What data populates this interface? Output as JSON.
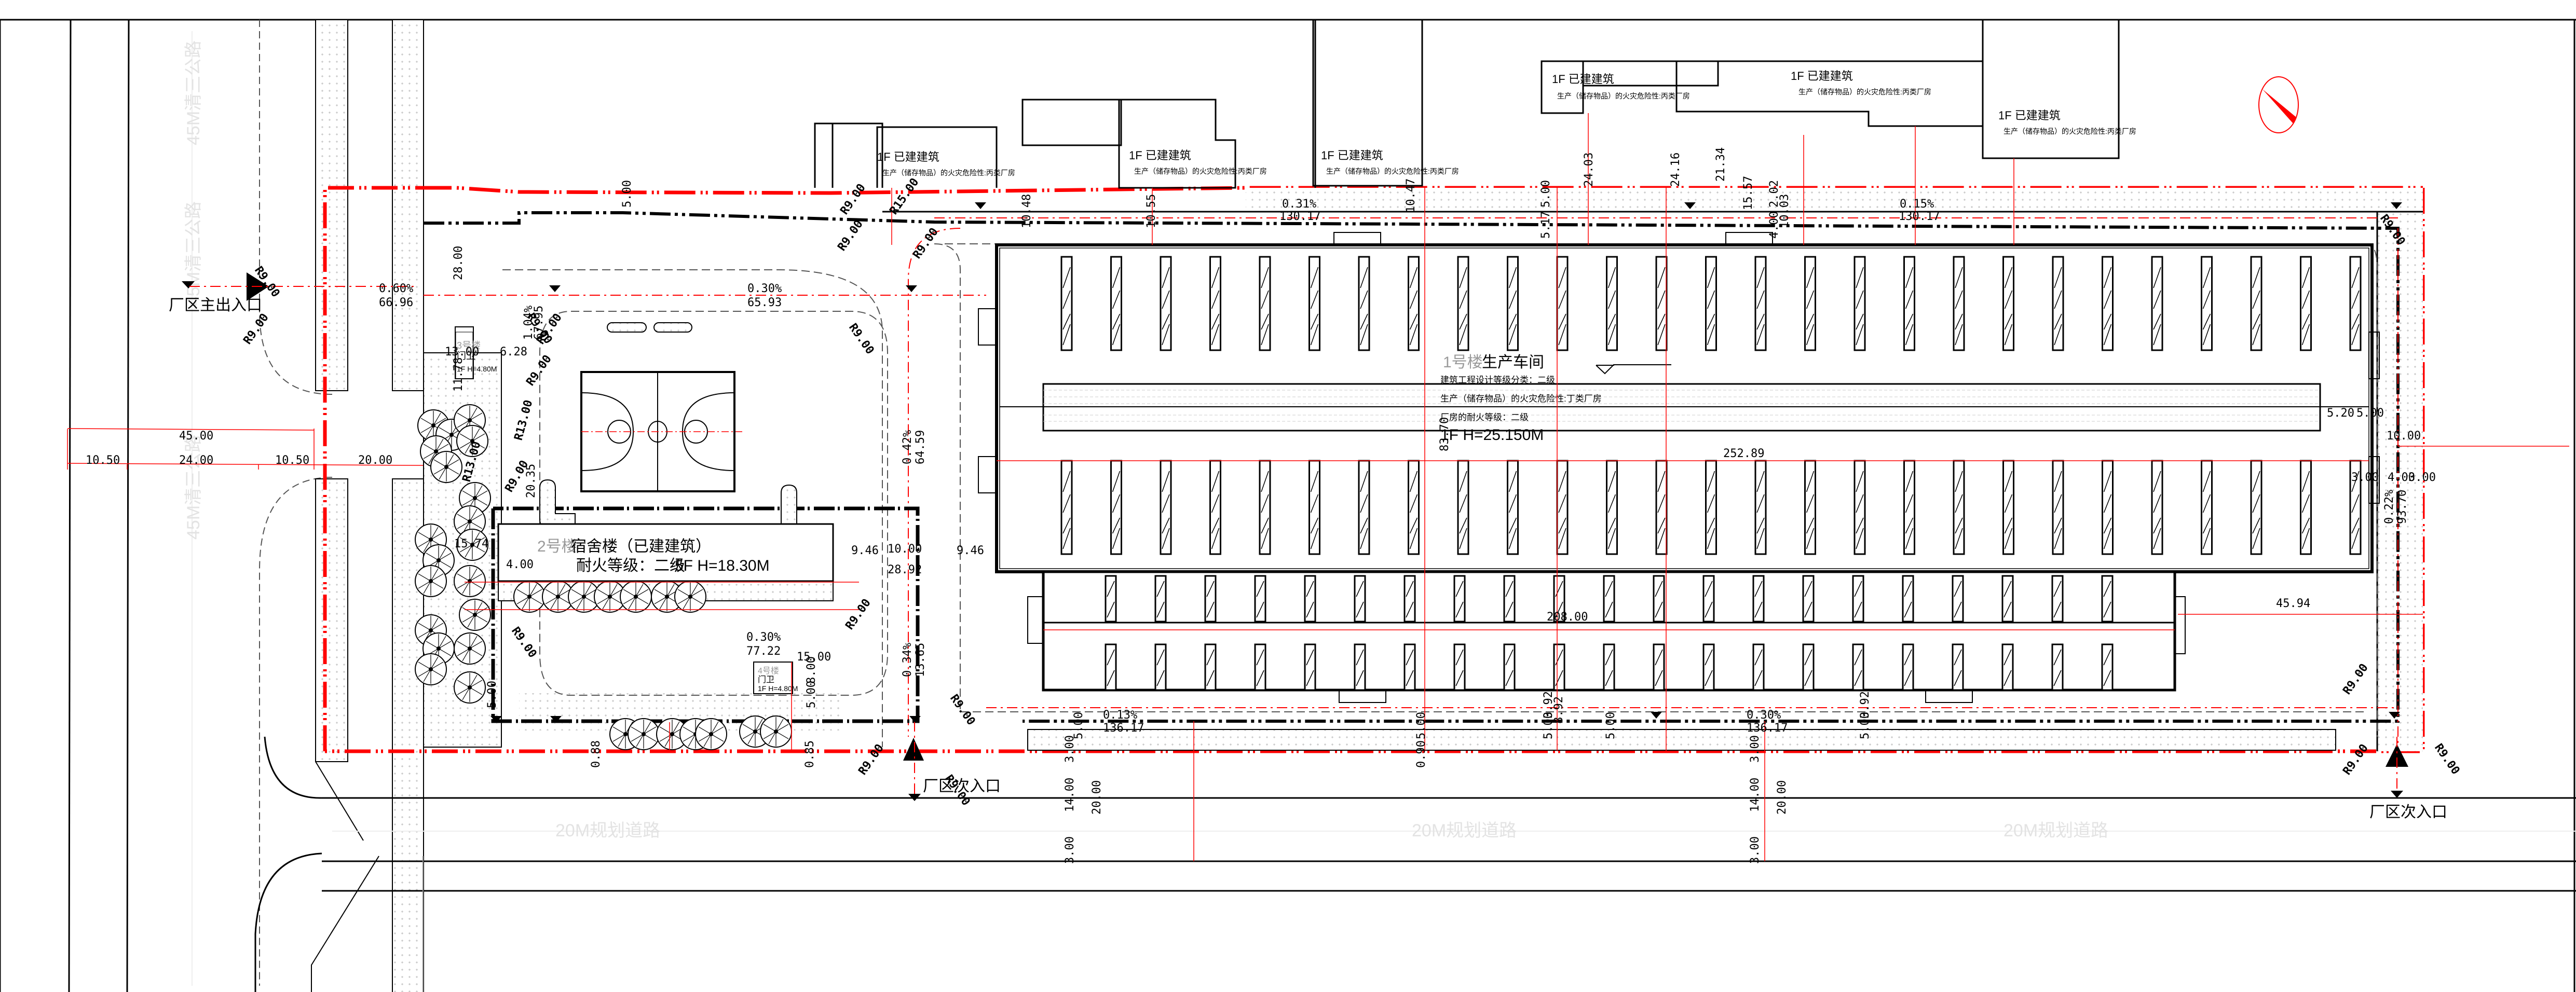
{
  "drawing": {
    "type": "site-plan",
    "accent_colors": {
      "redline": "#ff0000",
      "line": "#000000",
      "road_label": "#dcdcdc",
      "building_id": "#9a9a9a"
    },
    "north_arrow": "north-arrow-icon"
  },
  "roads": {
    "west": "45M清三公路",
    "south": "20M规划道路"
  },
  "entrances": {
    "main": "厂区主出入口",
    "secondary_1": "厂区次入口",
    "secondary_2": "厂区次入口"
  },
  "buildings": {
    "b1": {
      "id": "1号楼",
      "name": "生产车间",
      "grade": "建筑工程设计等级分类：二级",
      "hazard": "生产（储存物品）的火灾危险性:丁类厂房",
      "fire_rating": "厂房的耐火等级：二级",
      "height": "1F  H=25.150M"
    },
    "b2": {
      "id": "2号楼",
      "name": "宿舍楼（已建建筑）",
      "fire_rating": "耐火等级：二级",
      "height": "5F  H=18.30M"
    },
    "b3": {
      "id": "3号楼",
      "name": "门卫",
      "height": "1F H=4.80M"
    },
    "b4": {
      "id": "4号楼",
      "name": "门卫",
      "height": "1F H=4.80M"
    },
    "neighbors": [
      {
        "title": "1F 已建建筑",
        "hazard": "生产（储存物品）的火灾危险性:丙类厂房"
      },
      {
        "title": "1F 已建建筑",
        "hazard": "生产（储存物品）的火灾危险性:丙类厂房"
      },
      {
        "title": "1F 已建建筑",
        "hazard": "生产（储存物品）的火灾危险性:丙类厂房"
      },
      {
        "title": "1F 已建建筑",
        "hazard": "生产（储存物品）的火灾危险性:丙类厂房"
      },
      {
        "title": "1F 已建建筑",
        "hazard": "生产（储存物品）的火灾危险性:丙类厂房"
      },
      {
        "title": "1F 已建建筑",
        "hazard": "生产（储存物品）的火灾危险性:丙类厂房"
      }
    ]
  },
  "dimensions": {
    "road_west": {
      "total": "45.00",
      "seg1": "10.50",
      "seg2": "24.00",
      "seg3": "10.50",
      "green": "20.00"
    },
    "gate3": {
      "d1": "28.00",
      "d2": "13.00",
      "d3": "6.28",
      "d4": "11.78",
      "d5": "15.74",
      "d6": "4.00",
      "d7": "4.00"
    },
    "court": {
      "slope": "1.04%",
      "len": "67.95",
      "d": "20.35"
    },
    "dorm": {
      "d1": "9.46",
      "d2": "10.00",
      "d3": "28.92",
      "d4": "9.46"
    },
    "gate4": {
      "w": "15.00",
      "h": "8.00",
      "d1": "5.00",
      "d2": "5.00",
      "d3": "0.88",
      "d4": "0.85"
    },
    "main": {
      "w": "252.89",
      "w2": "208.00",
      "h": "83.70",
      "r": "45.94"
    },
    "north": {
      "d1": "5.00",
      "d2": "10.48",
      "d3": "10.55",
      "d4": "10.47",
      "d5": "5.00",
      "d6": "5.17",
      "d7": "24.03",
      "d8": "24.16",
      "d9": "21.34",
      "d10": "15.57",
      "d11": "2.02",
      "d12": "4.00",
      "d13": "10.03",
      "d14": "4.00"
    },
    "east": {
      "d1": "5.20",
      "d2": "5.00",
      "d3": "10.00",
      "d4": "3.00",
      "d5": "4.00",
      "d6": "3.00"
    },
    "south": {
      "d1": "3.92",
      "d2": "8.92",
      "d3": "5.00",
      "d4": "5.00",
      "d5": "5.00",
      "d6": "0.90",
      "d7": "3.00",
      "d8": "14.00",
      "d9": "20.00",
      "d10": "3.00",
      "d11": "3.92",
      "d12": "5.00",
      "d13": "5.00",
      "d14": "3.00",
      "d15": "14.00",
      "d16": "20.00",
      "d17": "3.00"
    }
  },
  "radii": {
    "r9": "R9.00",
    "r13": "R13.00",
    "r15": "R15.00"
  },
  "slopes": [
    {
      "pct": "0.60%",
      "len": "66.96"
    },
    {
      "pct": "0.30%",
      "len": "65.93"
    },
    {
      "pct": "0.42%",
      "len": "64.59"
    },
    {
      "pct": "0.31%",
      "len": "130.17"
    },
    {
      "pct": "0.15%",
      "len": "130.17"
    },
    {
      "pct": "0.22%",
      "len": "93.70"
    },
    {
      "pct": "0.13%",
      "len": "136.17"
    },
    {
      "pct": "0.30%",
      "len": "136.17"
    },
    {
      "pct": "0.34%",
      "len": "13.65"
    },
    {
      "pct": "0.30%",
      "len": "77.22"
    }
  ]
}
